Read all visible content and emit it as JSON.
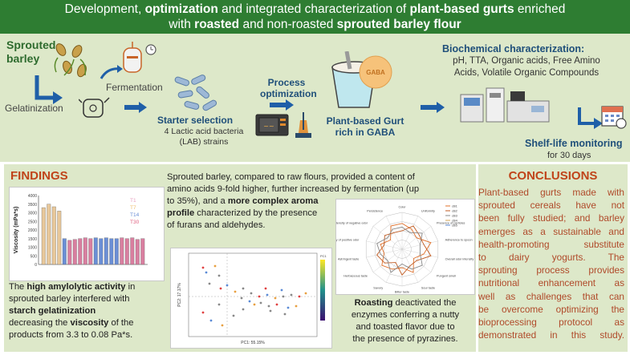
{
  "header": {
    "t1": "Development, ",
    "t2": "optimization",
    "t3": " and integrated characterization of ",
    "t4": "plant-based gurts",
    "t5": " enriched",
    "t6": "with ",
    "t7": "roasted",
    "t8": " and non-roasted ",
    "t9": "sprouted barley flour"
  },
  "workflow": {
    "sprouted_barley_1": "Sprouted",
    "sprouted_barley_2": "barley",
    "gelatinization": "Gelatinization",
    "fermentation": "Fermentation",
    "starter_selection": "Starter selection",
    "lab_strains_1": "4 Lactic acid bacteria",
    "lab_strains_2": "(LAB) strains",
    "process_opt_1": "Process",
    "process_opt_2": "optimization",
    "gurt_1": "Plant-based Gurt",
    "gurt_2": "rich in GABA",
    "gaba_label": "GABA",
    "biochem_title": "Biochemical characterization:",
    "biochem_1": "pH, TTA, Organic acids, Free Amino",
    "biochem_2": "Acids, Volatile Organic Compounds",
    "shelf_title": "Shelf-life monitoring",
    "shelf_sub": "for 30 days"
  },
  "findings": {
    "title": "FINDINGS",
    "text1_1": "Sprouted barley, compared to raw flours, provided a content of",
    "text1_2": "amino acids 9-fold higher, further increased by fermentation (up",
    "text1_3": "to 35%), and a ",
    "text1_bold": "more complex aroma",
    "text1_4": "profile",
    "text1_5": " characterized by the presence",
    "text1_6": "of furans and aldehydes.",
    "visc_1": "The ",
    "visc_b1": "high amylolytic activity",
    "visc_2": " in",
    "visc_3": "sprouted barley interfered with",
    "visc_b2": "starch gelatinization",
    "visc_4": "decreasing the ",
    "visc_b3": "viscosity",
    "visc_5": " of the",
    "visc_6": "products from 3.3 to 0.08 Pa*s.",
    "roast_b": "Roasting",
    "roast_1": " deactivated the",
    "roast_2": "enzymes conferring a nutty",
    "roast_3": "and toasted flavor due to",
    "roast_4": "the presence of pyrazines."
  },
  "conclusions": {
    "title": "CONCLUSIONS",
    "lines": [
      "Plant-based gurts made with",
      "sprouted cereals have not",
      "been fully studied; and barley",
      "emerges as a sustainable and",
      "health-promoting substitute",
      "to dairy yogurts. The",
      "sprouting process provides",
      "nutritional enhancement as",
      "well as challenges that can",
      "be overcome optimizing the",
      "bioprocessing protocol as",
      "demonstrated in this study."
    ]
  },
  "chart_data": [
    {
      "type": "bar",
      "ylabel": "Viscosity (mPa*s)",
      "legend": [
        "T1",
        "T7",
        "T14",
        "T30"
      ],
      "colors": {
        "top": "#e8c89a",
        "blue": "#6b8fd6",
        "pink": "#d97fa0"
      },
      "yticks": [
        "4000",
        "3500",
        "3000",
        "2500",
        "2000",
        "1500",
        "1000",
        "500",
        "0"
      ],
      "values": [
        3300,
        3500,
        3350,
        3100,
        1500,
        1400,
        1450,
        1500,
        1550,
        1500,
        1550,
        1500,
        1550,
        1500,
        1500,
        1550,
        1500,
        1550,
        1450,
        1500
      ]
    },
    {
      "type": "scatter",
      "xlabel": "PC1: 55.15%",
      "ylabel": "PC2: 17.17%",
      "colorbar_label": "PC1"
    },
    {
      "type": "radar",
      "legend": [
        "cB1",
        "cB2",
        "cB3",
        "cB4",
        "cB5"
      ],
      "axes": [
        "Color",
        "Uniformity",
        "Presence of particles",
        "Adherence to spoon",
        "Overall odor intensity",
        "Pungent smell",
        "Sour taste",
        "Bitter taste",
        "Savory",
        "Herbaceous taste",
        "Astringent taste",
        "Intensity of positive odor",
        "Intensity of negative odor",
        "Persistence"
      ]
    }
  ]
}
